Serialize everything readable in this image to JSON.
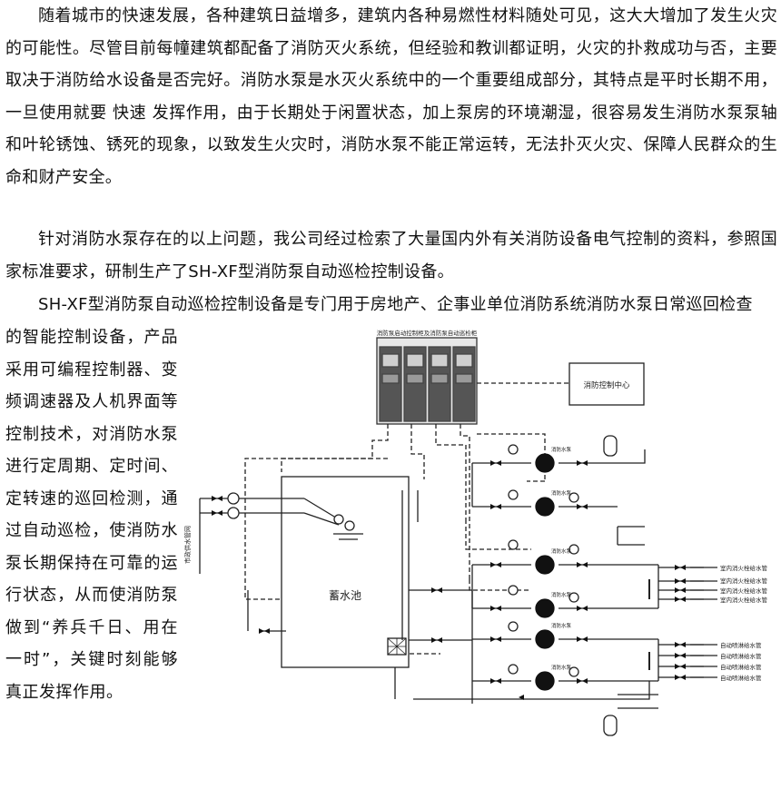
{
  "text": {
    "para1": "随着城市的快速发展，各种建筑日益增多，建筑内各种易燃性材料随处可见，这大大增加了发生火灾的可能性。尽管目前每幢建筑都配备了消防灭火系统，但经验和教训都证明，火灾的扑救成功与否，主要取决于消防给水设备是否完好。消防水泵是水灭火系统中的一个重要组成部分，其特点是平时长期不用，一旦使用就要 快速 发挥作用，由于长期处于闲置状态，加上泵房的环境潮湿，很容易发生消防水泵泵轴和叶轮锈蚀、锈死的现象，以致发生火灾时，消防水泵不能正常运转，无法扑灭火灾、保障人民群众的生命和财产安全。",
    "para2": "针对消防水泵存在的以上问题，我公司经过检索了大量国内外有关消防设备电气控制的资料，参照国家标准要求，研制生产了SH-XF型消防泵自动巡检控制设备。",
    "para3_line": "SH-XF型消防泵自动巡检控制设备是专门用于房地产、企事业单位消防系统消防水泵日常巡回检查",
    "para3_side": "的智能控制设备，产品采用可编程控制器、变频调速器及人机界面等控制技术，对消防水泵进行定周期、定时间、定转速的巡回检测，通过自动巡检，使消防水泵长期保持在可靠的运行状态，从而使消防泵做到“养兵千日、用在一时”，关键时刻能够真正发挥作用。"
  },
  "diagram": {
    "cabinet_title": "消防泵启动控制柜及消防泵自动巡检柜",
    "control_center": "消防控制中心",
    "tank_label": "蓄水池",
    "municipal_supply": "市政供水管网",
    "pump_label": "消防水泵",
    "hydrant_outlets": [
      "室内消火栓给水管",
      "室内消火栓给水管",
      "室内消火栓给水管",
      "室内消火栓给水管"
    ],
    "sprinkler_outlets": [
      "自动喷淋给水管",
      "自动喷淋给水管",
      "自动喷淋给水管",
      "自动喷淋给水管"
    ],
    "colors": {
      "line": "#222222",
      "cabinet": "#3a3a3a",
      "cabinet_panel": "#cfcfcf"
    }
  }
}
